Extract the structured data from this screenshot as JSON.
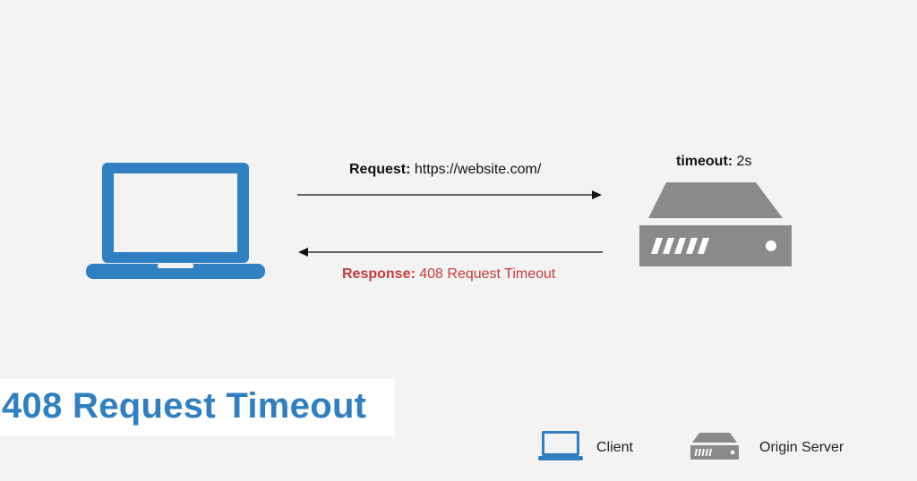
{
  "colors": {
    "background": "#f3f3f3",
    "laptop_blue": "#2f7fc1",
    "server_gray": "#8a8a8a",
    "response_red": "#c73a3a",
    "title_blue": "#2f7fc1"
  },
  "diagram": {
    "request": {
      "key": "Request:",
      "value": " https://website.com/"
    },
    "response": {
      "key": "Response:",
      "value": " 408 Request Timeout"
    },
    "server": {
      "timeout_key": "timeout:",
      "timeout_value": " 2s"
    }
  },
  "title": "408 Request Timeout",
  "legend": {
    "client_label": "Client",
    "server_label": "Origin Server",
    "client_icon": "laptop-icon",
    "server_icon": "server-icon"
  }
}
